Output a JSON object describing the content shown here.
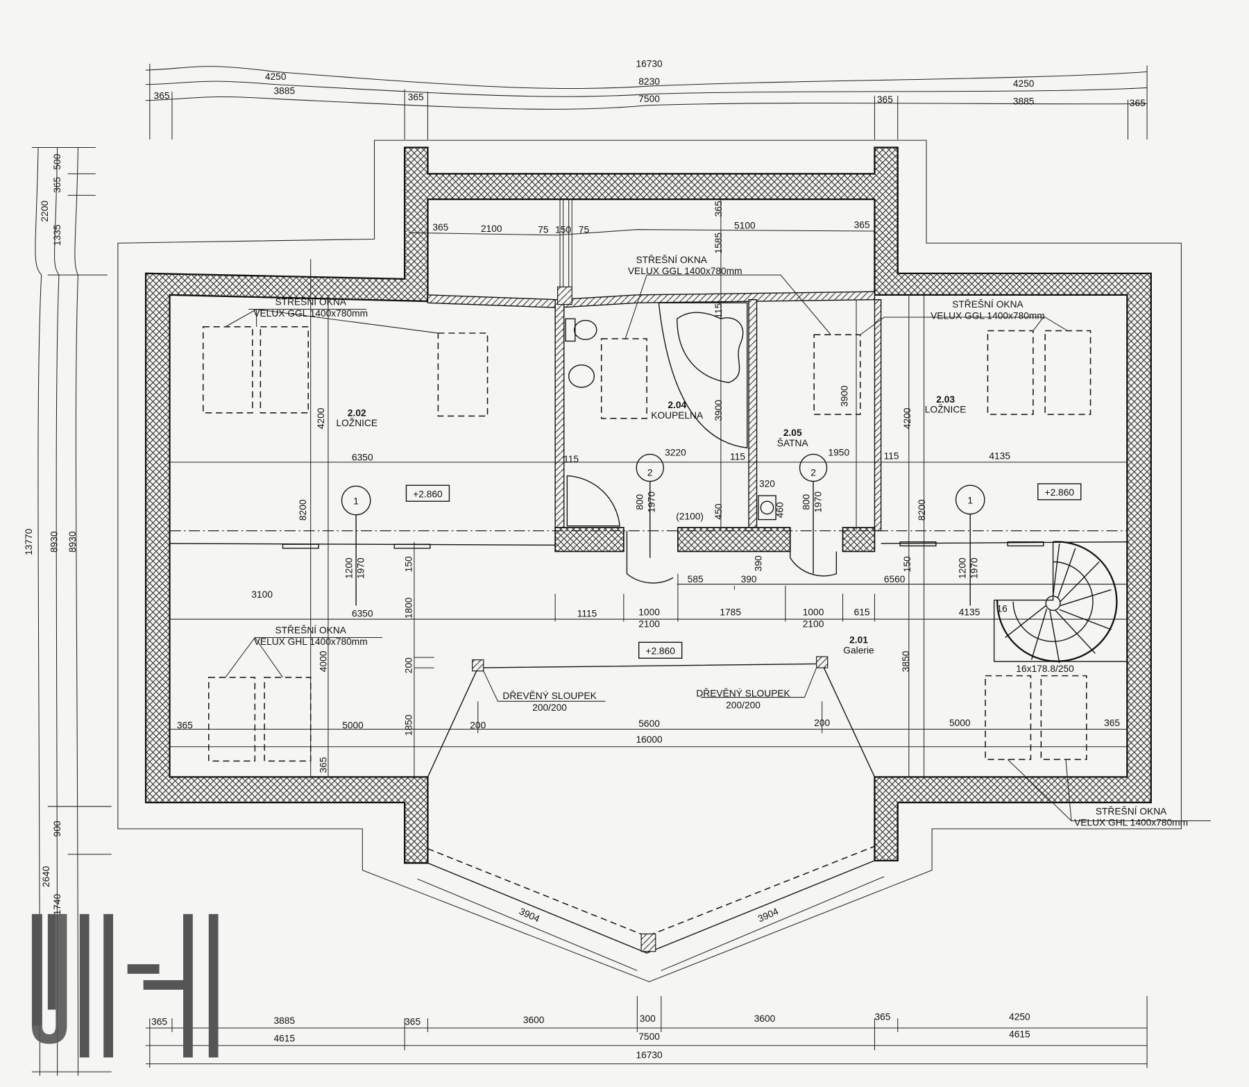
{
  "logo": {
    "text": "JH",
    "color": "#555555"
  },
  "dimensions": {
    "top": [
      "16730",
      "4250",
      "8230",
      "4250",
      "365",
      "3885",
      "365",
      "7500",
      "365",
      "3885",
      "365"
    ],
    "left": [
      "13770",
      "8930",
      "8930",
      "2200",
      "1335",
      "365",
      "500",
      "2640",
      "900",
      "1740"
    ],
    "bottom": [
      "365",
      "3885",
      "365",
      "3600",
      "300",
      "3600",
      "365",
      "4250",
      "4615",
      "7500",
      "4615",
      "16730"
    ],
    "interior": [
      "365",
      "2100",
      "75",
      "150",
      "75",
      "5100",
      "365",
      "365",
      "1585",
      "115",
      "3900",
      "450",
      "4200",
      "8200",
      "3900",
      "4200",
      "8200",
      "6350",
      "115",
      "3220",
      "115",
      "1950",
      "115",
      "4135",
      "320",
      "460",
      "800",
      "1970",
      "(2100)",
      "800",
      "1970",
      "585",
      "390",
      "390",
      "6560",
      "150",
      "150",
      "1200",
      "1970",
      "1200",
      "1970",
      "3100",
      "6350",
      "1800",
      "1115",
      "1000",
      "2100",
      "1785",
      "1000",
      "2100",
      "615",
      "4135",
      "200",
      "4000",
      "3850",
      "200",
      "200",
      "365",
      "5000",
      "5600",
      "5000",
      "365",
      "16000",
      "1850",
      "365",
      "3904",
      "3904"
    ]
  },
  "rooms": [
    {
      "number": "2.02",
      "name": "LOŽNICE"
    },
    {
      "number": "2.04",
      "name": "KOUPELNA"
    },
    {
      "number": "2.05",
      "name": "ŠATNA"
    },
    {
      "number": "2.03",
      "name": "LOŽNICE"
    },
    {
      "number": "2.01",
      "name": "Galerie"
    }
  ],
  "levels": [
    "+2.860",
    "+2.860",
    "+2.860"
  ],
  "section_markers": [
    "1",
    "1",
    "2",
    "2"
  ],
  "roof_windows": [
    {
      "title": "STŘEŠNÍ OKNA",
      "spec": "VELUX GGL 1400x780mm"
    },
    {
      "title": "STŘEŠNÍ OKNA",
      "spec": "VELUX GGL 1400x780mm"
    },
    {
      "title": "STŘEŠNÍ OKNA",
      "spec": "VELUX GGL 1400x780mm"
    },
    {
      "title": "STŘEŠNÍ OKNA",
      "spec": "VELUX GHL 1400x780mm"
    },
    {
      "title": "STŘEŠNÍ OKNA",
      "spec": "VELUX GHL 1400x780mm"
    }
  ],
  "posts": [
    {
      "title": "DŘEVĚNÝ SLOUPEK",
      "size": "200/200"
    },
    {
      "title": "DŘEVĚNÝ SLOUPEK",
      "size": "200/200"
    }
  ],
  "stair": {
    "steps_label": "16",
    "spec": "16x178.8/250"
  }
}
